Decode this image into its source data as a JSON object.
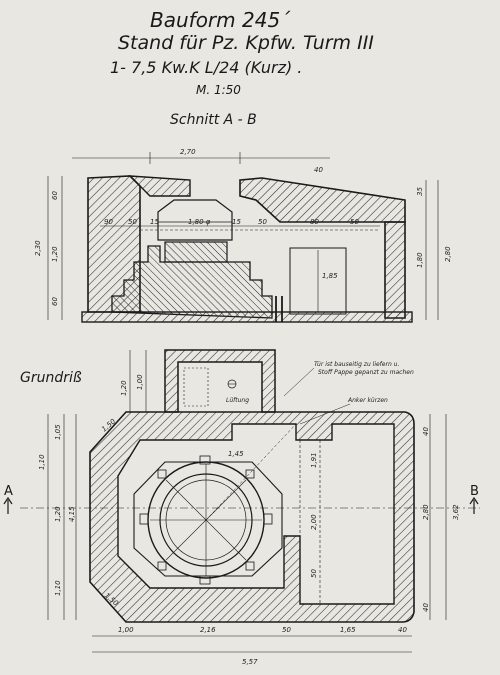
{
  "title": {
    "line1": "Bauform 245´",
    "line2": "Stand für Pz. Kpfw. Turm III",
    "line3": "1- 7,5 Kw.K L/24 (Kurz) .",
    "scale": "M. 1:50"
  },
  "section": {
    "label": "Schnitt A - B",
    "dims_top": [
      "2,70",
      "40"
    ],
    "dims_left_outer": [
      "2,30"
    ],
    "dims_left_inner": [
      "60",
      "1,20",
      "60"
    ],
    "dims_right": [
      "35",
      "1,80",
      "2,80"
    ],
    "dims_inner": [
      "90",
      "50",
      "15",
      "1,80 φ",
      "15",
      "50",
      "80",
      "50"
    ],
    "door_label": "1,85"
  },
  "plan": {
    "label": "Grundriß",
    "note_door": [
      "Tür ist bauseitig zu liefern u.",
      "Stoff Pappe gepanzt zu machen"
    ],
    "note_anker": "Anker kürzen",
    "room_label": "Lüftung",
    "dims_bottom": [
      "1,00",
      "2,16",
      "50",
      "1,65",
      "40"
    ],
    "dims_total": "5,57",
    "dims_left": [
      "1,10",
      "1,05",
      "1,20",
      "1,10",
      "4,15"
    ],
    "dims_right": [
      "40",
      "2,80",
      "3,62",
      "40"
    ],
    "dims_top": [
      "1,00",
      "1,20",
      "1,50"
    ],
    "dims_inner": [
      "1,91",
      "2,00",
      "50",
      "1,50",
      "1,45"
    ],
    "marker_a": "A",
    "marker_b": "B"
  }
}
